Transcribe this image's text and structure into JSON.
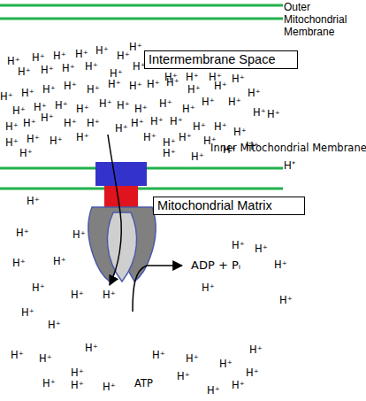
{
  "diagram": {
    "nodes": [
      {
        "text": [
          "Intermembrane Space"
        ]
      },
      {
        "text": [
          "Mitochondrial Matrix"
        ]
      }
    ],
    "labels": [
      "Outer Mitochondrial Membrane",
      "H⁺",
      "H⁺",
      "H⁺",
      "H⁺",
      "H⁺",
      "H⁺",
      "H⁺",
      "H⁺",
      "H⁺",
      "H⁺",
      "H⁺",
      "H⁺",
      "H⁺",
      "H⁺",
      "H⁺",
      "H⁺",
      "H⁺",
      "H⁺",
      "H⁺",
      "H⁺",
      "H⁺",
      "H⁺",
      "H⁺",
      "H⁺",
      "H⁺",
      "H⁺",
      "H⁺",
      "H⁺",
      "H⁺",
      "H⁺",
      "H⁺",
      "H⁺",
      "H⁺",
      "H⁺",
      "H⁺",
      "H⁺",
      "H⁺",
      "H⁺",
      "H⁺",
      "H⁺",
      "H⁺",
      "H⁺",
      "H⁺",
      "H⁺",
      "H⁺",
      "H⁺",
      "H⁺",
      "H⁺",
      "H⁺",
      "H⁺",
      "H⁺",
      "H⁺",
      "H⁺",
      "H⁺",
      "H⁺",
      "H⁺",
      "H⁺",
      "H⁺",
      "H⁺",
      "H⁺",
      "H⁺",
      "H⁺",
      "H⁺",
      "H⁺",
      "H⁺",
      "H⁺",
      "H⁺",
      "Inner Mitochondrial Membrane",
      "H⁺",
      "H⁺",
      "H⁺",
      "H⁺",
      "H⁺",
      "H⁺",
      "H⁺",
      "H⁺",
      "H⁺",
      "H⁺",
      "H⁺",
      "H⁺",
      "H⁺",
      "H⁺",
      "H⁺",
      "H⁺",
      "H⁺",
      "H⁺",
      "H⁺",
      "H⁺",
      "H⁺",
      "H⁺",
      "H⁺",
      "H⁺",
      "H⁺",
      "H⁺",
      "H⁺",
      "H⁺",
      "H⁺",
      "H⁺",
      "H⁺",
      "ATP",
      "ADP + Pᵢ"
    ]
  }
}
